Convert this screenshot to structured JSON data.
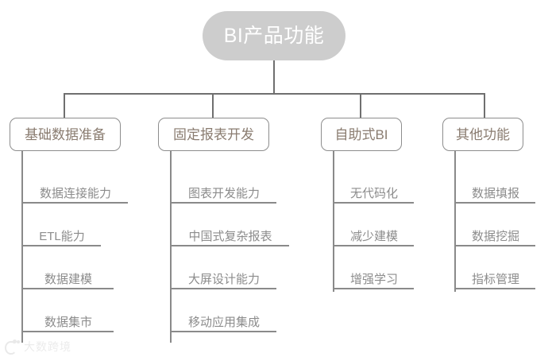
{
  "diagram": {
    "type": "org-chart",
    "title": "BI产品功能",
    "colors": {
      "root_fill": "#cdcdcd",
      "root_text": "#ffffff",
      "branch_border": "#8d8d8d",
      "branch_text": "#8a7c70",
      "leaf_text": "#8c8c8c",
      "connector": "#6f6f6f",
      "spine": "#8a8a8a",
      "background": "#ffffff",
      "watermark": "#dcdcdc"
    },
    "root": {
      "label": "BI产品功能"
    },
    "branches": [
      {
        "label": "基础数据准备",
        "leaves": [
          {
            "label": "数据连接能力"
          },
          {
            "label": "ETL能力"
          },
          {
            "label": "数据建模"
          },
          {
            "label": "数据集市"
          }
        ]
      },
      {
        "label": "固定报表开发",
        "leaves": [
          {
            "label": "图表开发能力"
          },
          {
            "label": "中国式复杂报表"
          },
          {
            "label": "大屏设计能力"
          },
          {
            "label": "移动应用集成"
          }
        ]
      },
      {
        "label": "自助式BI",
        "leaves": [
          {
            "label": "无代码化"
          },
          {
            "label": "减少建模"
          },
          {
            "label": "增强学习"
          }
        ]
      },
      {
        "label": "其他功能",
        "leaves": [
          {
            "label": "数据填报"
          },
          {
            "label": "数据挖掘"
          },
          {
            "label": "指标管理"
          }
        ]
      }
    ]
  },
  "watermark": {
    "text": "大数跨境",
    "icon": "logo-mark"
  }
}
